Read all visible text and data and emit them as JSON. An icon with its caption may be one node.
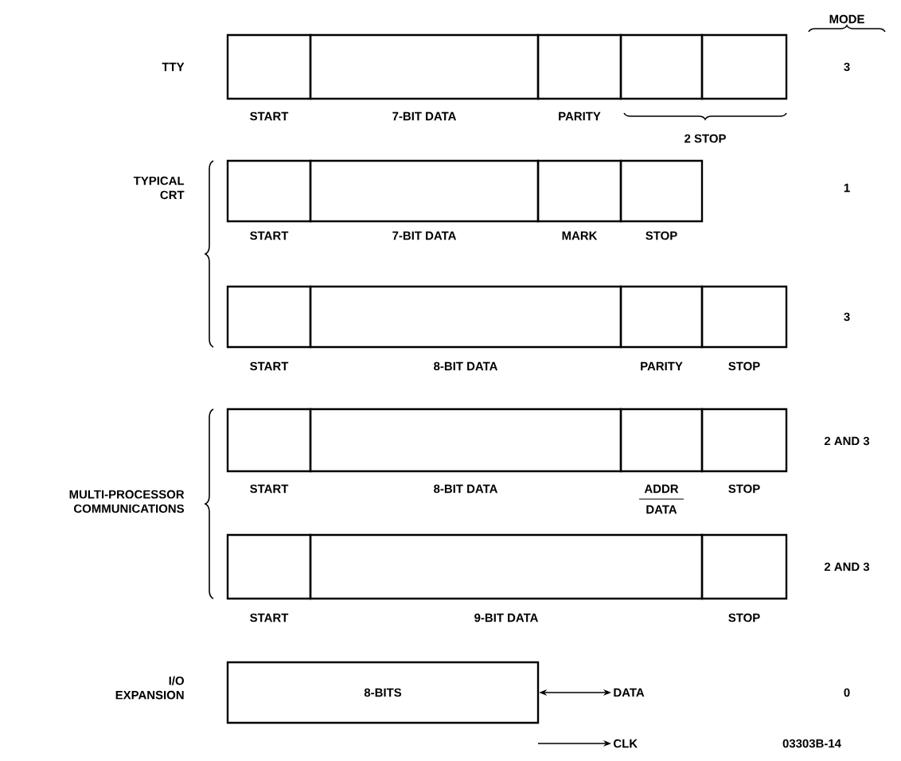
{
  "diagram": {
    "nodes": [
      {
        "text": [],
        "shape": "box",
        "beside": [
          "START"
        ]
      },
      {
        "text": [],
        "shape": "box",
        "beside": [
          "7-BIT DATA"
        ]
      },
      {
        "text": [],
        "shape": "box",
        "beside": [
          "PARITY"
        ]
      },
      {
        "text": [],
        "shape": "box"
      },
      {
        "text": [],
        "shape": "box"
      },
      {
        "text": [],
        "shape": "box",
        "beside": [
          "START"
        ]
      },
      {
        "text": [],
        "shape": "box",
        "beside": [
          "7-BIT DATA"
        ]
      },
      {
        "text": [],
        "shape": "box",
        "beside": [
          "MARK"
        ]
      },
      {
        "text": [],
        "shape": "box",
        "beside": [
          "STOP"
        ]
      },
      {
        "text": [],
        "shape": "box",
        "beside": [
          "START"
        ]
      },
      {
        "text": [],
        "shape": "box",
        "beside": [
          "8-BIT DATA"
        ]
      },
      {
        "text": [],
        "shape": "box",
        "beside": [
          "PARITY"
        ]
      },
      {
        "text": [],
        "shape": "box",
        "beside": [
          "STOP"
        ]
      },
      {
        "text": [],
        "shape": "box",
        "beside": [
          "START"
        ]
      },
      {
        "text": [],
        "shape": "box",
        "beside": [
          "8-BIT DATA"
        ]
      },
      {
        "text": [],
        "shape": "box",
        "beside": [
          "ADDR",
          "DATA"
        ]
      },
      {
        "text": [],
        "shape": "box",
        "beside": [
          "STOP"
        ]
      },
      {
        "text": [],
        "shape": "box",
        "beside": [
          "START"
        ]
      },
      {
        "text": [],
        "shape": "box",
        "beside": [
          "9-BIT DATA"
        ]
      },
      {
        "text": [],
        "shape": "box",
        "beside": [
          "STOP"
        ]
      },
      {
        "text": [
          "8-BITS"
        ]
      },
      {
        "text": [
          "DATA"
        ]
      },
      {
        "text": [
          "CLK"
        ]
      }
    ],
    "edges": [
      {
        "from": 20,
        "to": 21,
        "arrow": "both"
      },
      {
        "from": null,
        "to": 22,
        "arrow": "to"
      }
    ],
    "labels": [
      "MODE",
      "TTY",
      "3",
      "2 STOP",
      "TYPICAL CRT",
      "1",
      "3",
      "2 AND 3",
      "MULTI-PROCESSOR COMMUNICATIONS",
      "2 AND 3",
      "I/O EXPANSION",
      "0",
      "03303B-14"
    ]
  }
}
